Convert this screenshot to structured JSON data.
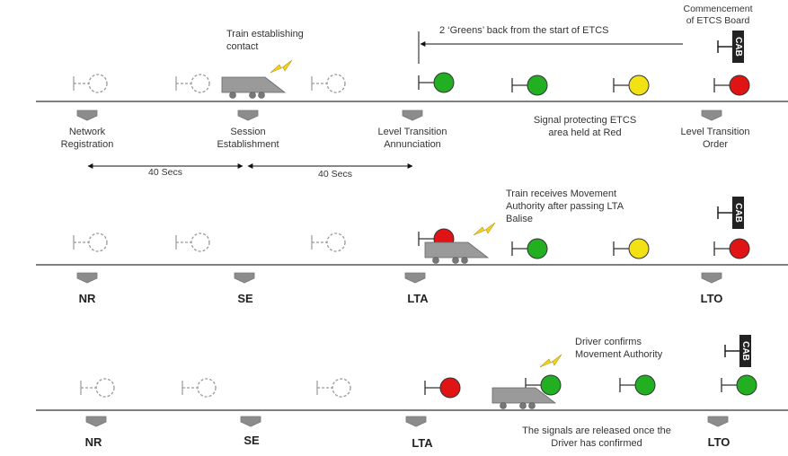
{
  "colors": {
    "green": "#22b022",
    "yellow": "#f2e214",
    "red": "#e01414",
    "train": "#9a9a9a",
    "marker": "#8c8c8c",
    "bolt": "#f2d21e",
    "cab": "#222222"
  },
  "panel1": {
    "commencement": [
      "Commencement",
      "of ETCS Board"
    ],
    "greens_note": "2 ‘Greens’ back from the start of ETCS",
    "train_contact": [
      "Train establishing",
      "contact"
    ],
    "cab": "CAB",
    "markers": [
      {
        "lines": [
          "Network",
          "Registration"
        ]
      },
      {
        "lines": [
          "Session",
          "Establishment"
        ]
      },
      {
        "lines": [
          "Level Transition",
          "Annunciation"
        ]
      },
      {
        "lines": [
          "Level Transition",
          "Order"
        ]
      }
    ],
    "held_note": [
      "Signal protecting ETCS",
      "area held at Red"
    ],
    "duration_1": "40 Secs",
    "duration_2": "40 Secs"
  },
  "panel2": {
    "train_note": [
      "Train receives Movement",
      "Authority after passing LTA",
      "Balise"
    ],
    "cab": "CAB",
    "markers": [
      "NR",
      "SE",
      "LTA",
      "LTO"
    ]
  },
  "panel3": {
    "driver_note": [
      "Driver confirms",
      "Movement Authority"
    ],
    "cab": "CAB",
    "markers": [
      "NR",
      "SE",
      "LTA",
      "LTO"
    ],
    "released_note": [
      "The signals are released once the",
      "Driver has confirmed"
    ]
  }
}
